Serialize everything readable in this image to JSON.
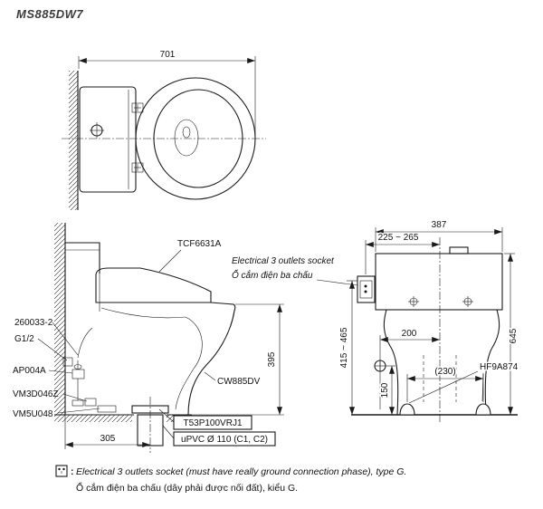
{
  "title": "MS885DW7",
  "colors": {
    "line": "#1a1a1a",
    "background": "#ffffff"
  },
  "labels": {
    "seat_unit": "TCF6631A",
    "bowl": "CW885DV",
    "connector": "260033-2",
    "thread": "G1/2",
    "stop_valve": "AP004A",
    "hose": "VM3D046Z",
    "gasket": "VM5U048",
    "drain_joint": "T53P100VRJ1",
    "drain_pipe": "uPVC Ø 110 (C1, C2)",
    "bolt_cap": "HF9A874",
    "socket_en": "Electrical 3 outlets socket",
    "socket_vi": "Ổ cắm điện ba chấu"
  },
  "dims": {
    "total_length": "701",
    "tank_width": "387",
    "socket_offset": "225 ~ 265",
    "total_height": "645",
    "socket_height_range": "415 ~ 465",
    "rim_height": "395",
    "rough_in": "305",
    "supply_offset": "200",
    "supply_height": "150",
    "bolt_spacing": "(230)"
  },
  "footer": {
    "colon": ":",
    "note_en": "Electrical 3 outlets socket (must have really ground connection phase), type G.",
    "note_vi": "Ổ cắm điện ba chấu (dây phải được nối đất), kiểu G."
  }
}
